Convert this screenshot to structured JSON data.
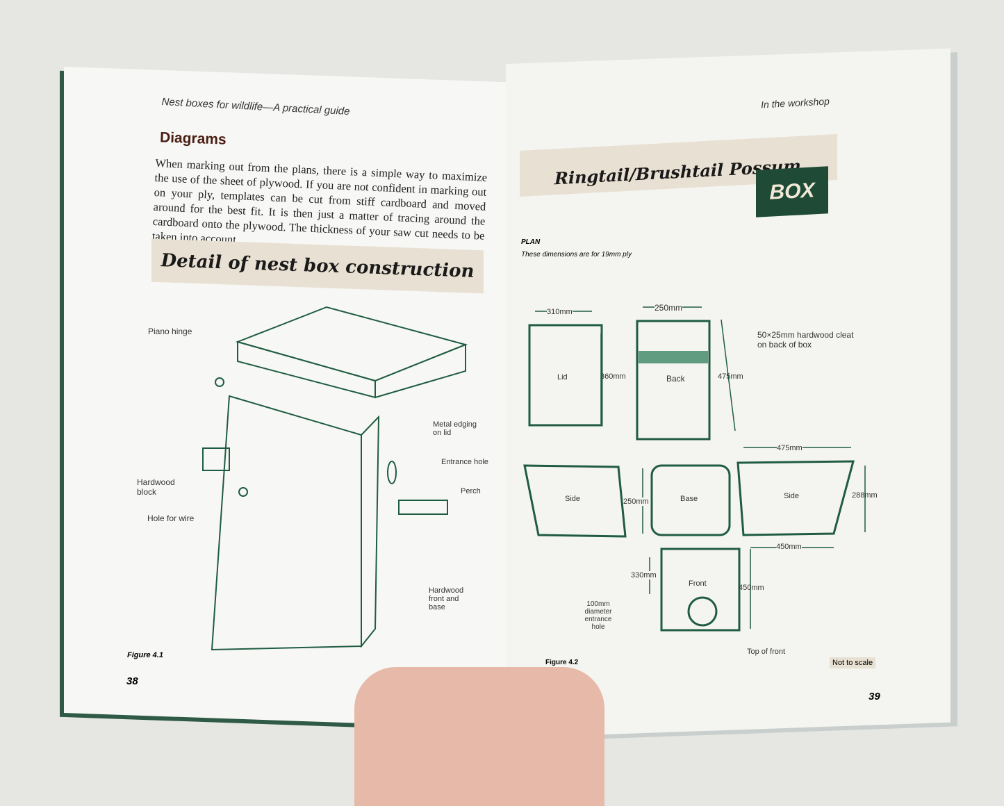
{
  "left_page": {
    "running_header": "Nest boxes for wildlife—A practical guide",
    "heading": "Diagrams",
    "paragraph": "When marking out from the plans, there is a simple way to maximize the use of the sheet of plywood. If you are not confident in marking out on your ply, templates can be cut from stiff cardboard and moved around for the best fit. It is then just a matter of tracing around the cardboard onto the plywood. The thickness of your saw cut needs to be taken into account.",
    "banner": "Detail of nest box construction",
    "labels": {
      "piano_hinge": "Piano hinge",
      "metal_edging": "Metal edging on lid",
      "entrance_hole": "Entrance hole",
      "perch": "Perch",
      "hardwood_block": "Hardwood block",
      "hole_for_wire": "Hole for wire",
      "hardwood_front": "Hardwood front and base"
    },
    "figure": "Figure 4.1",
    "page_number": "38"
  },
  "right_page": {
    "running_header": "In the workshop",
    "banner": "Ringtail/Brushtail Possum",
    "banner_box": "BOX",
    "plan_label": "PLAN",
    "plan_note": "These dimensions are for 19mm ply",
    "parts": {
      "lid": "Lid",
      "back": "Back",
      "side1": "Side",
      "base": "Base",
      "side2": "Side",
      "front": "Front"
    },
    "dims": {
      "lid_w": "310mm",
      "lid_h": "360mm",
      "back_w": "250mm",
      "back_h": "475mm",
      "base_h": "250mm",
      "side_w": "475mm",
      "side_h": "288mm",
      "side_bottom": "450mm",
      "front_top": "330mm",
      "front_h": "450mm"
    },
    "cleat_note": "50×25mm hardwood cleat on back of box",
    "hole_note": "100mm diameter entrance hole",
    "top_of_front": "Top of front",
    "figure": "Figure 4.2",
    "not_to_scale": "Not to scale",
    "page_number": "39"
  },
  "colors": {
    "green": "#1f5c42",
    "banner": "#e8e0d2",
    "box": "#1f4a35"
  }
}
